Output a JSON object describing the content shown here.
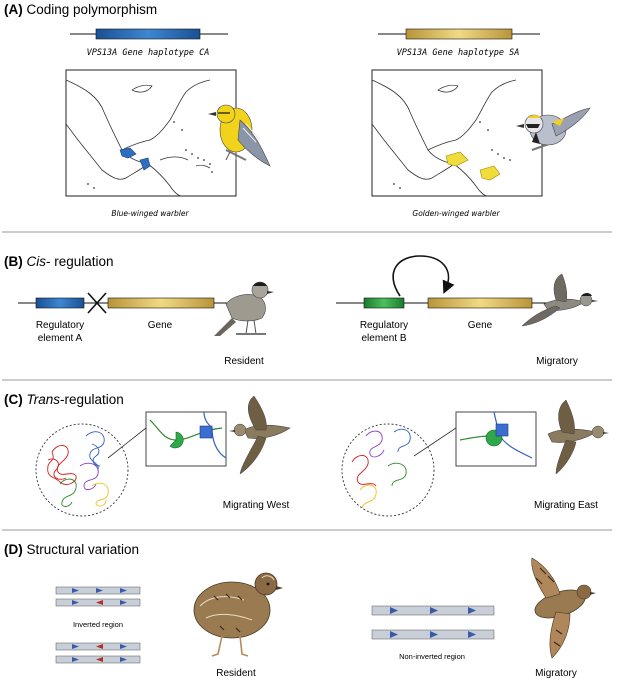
{
  "panels": {
    "a": {
      "title_letter": "(A)",
      "title_text": "Coding polymorphism",
      "left": {
        "gene_label": "VPS13A Gene haplotype CA",
        "caption": "Blue-winged warbler",
        "bar_color": "#2e6fb5"
      },
      "right": {
        "gene_label": "VPS13A Gene haplotype SA",
        "caption": "Golden-winged warbler",
        "bar_color": "#d8b84a"
      }
    },
    "b": {
      "title_letter": "(B)",
      "title_italic": "Cis",
      "title_rest": "- regulation",
      "left": {
        "element_line1": "Regulatory",
        "element_line2": "element A",
        "gene": "Gene",
        "phenotype": "Resident",
        "element_color": "#1f5fae"
      },
      "right": {
        "element_line1": "Regulatory",
        "element_line2": "element B",
        "gene": "Gene",
        "phenotype": "Migratory",
        "element_color": "#2e9a3e"
      }
    },
    "c": {
      "title_letter": "(C)",
      "title_italic": "Trans",
      "title_rest": "-regulation",
      "left": {
        "phenotype": "Migrating West"
      },
      "right": {
        "phenotype": "Migrating East"
      }
    },
    "d": {
      "title_letter": "(D)",
      "title_text": "Structural variation",
      "left": {
        "region_label": "Inverted region",
        "phenotype": "Resident"
      },
      "right": {
        "region_label": "Non-inverted region",
        "phenotype": "Migratory"
      }
    }
  },
  "colors": {
    "blue_gene": "#2e6fb5",
    "gold_gene": "#d8b84a",
    "green_element": "#2e9a3e",
    "chromosome_fill": "#c9cfd8",
    "arrow_blue": "#3a5aa8",
    "arrow_red": "#b0302a",
    "divider": "#777777"
  }
}
